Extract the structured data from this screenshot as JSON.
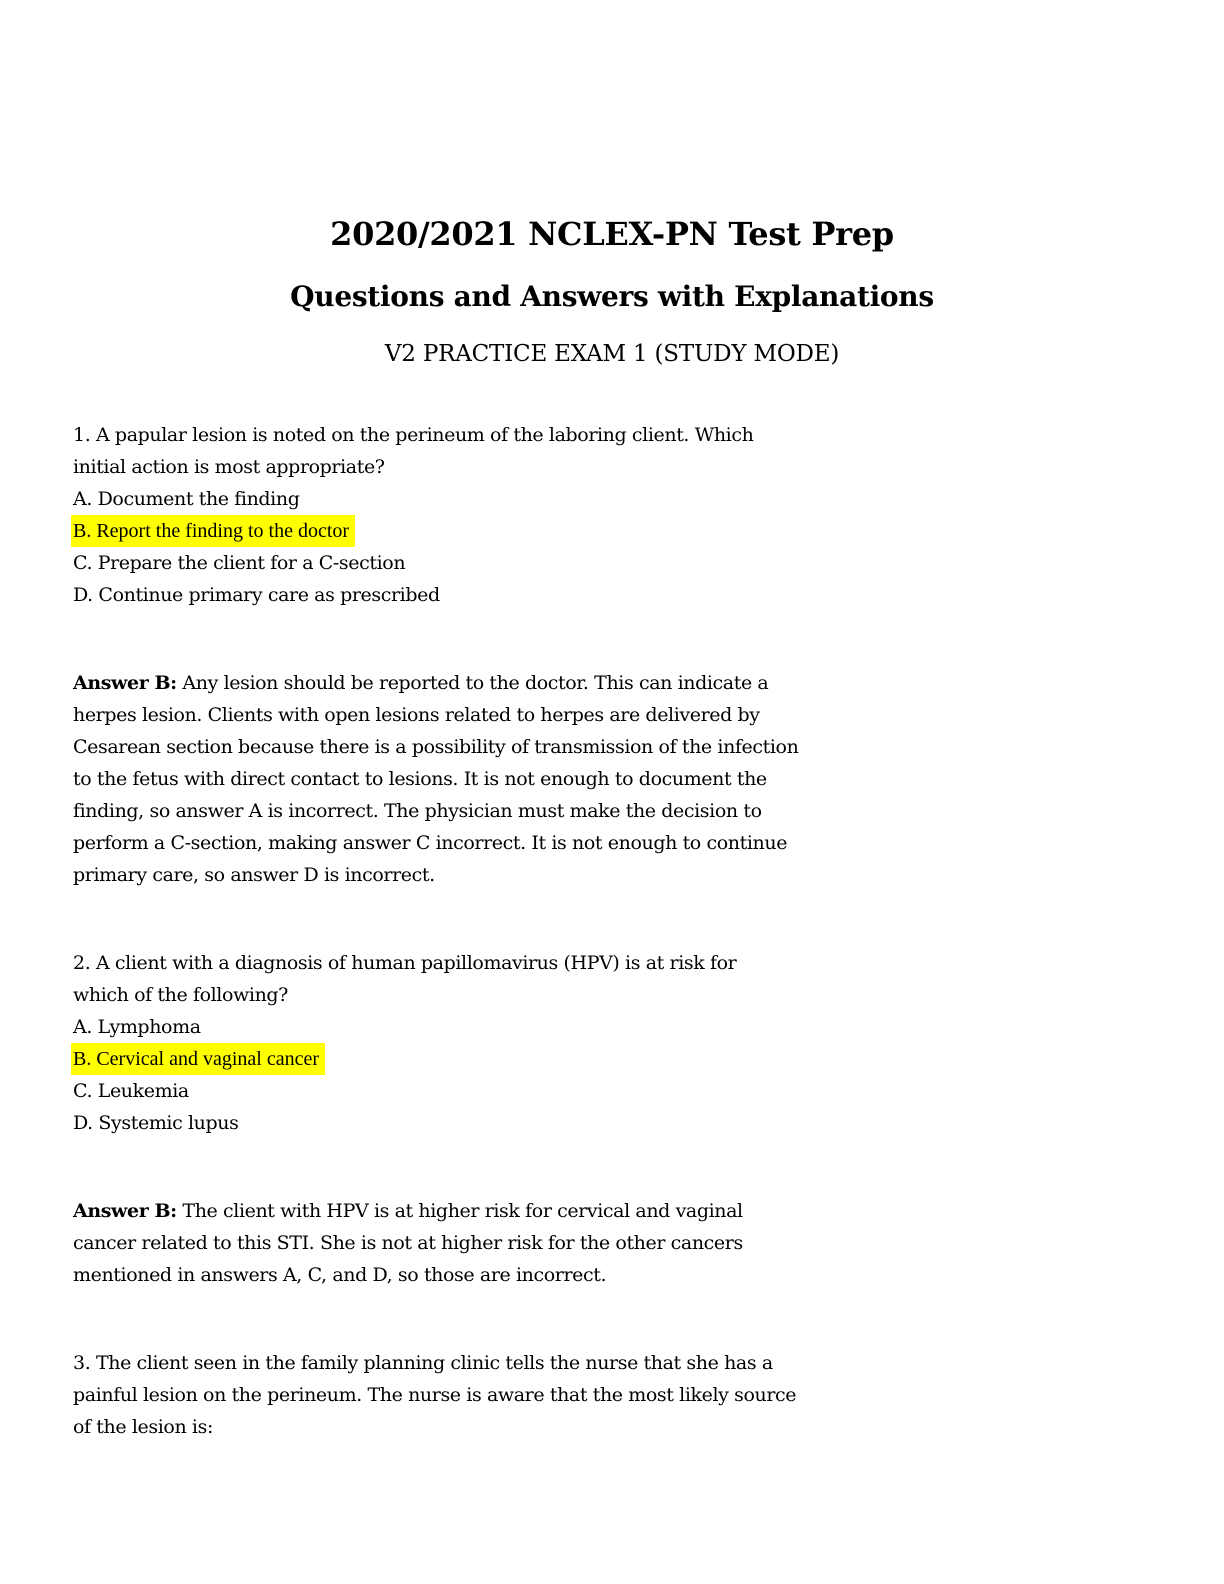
{
  "document": {
    "title": "2020/2021 NCLEX-PN Test Prep",
    "subtitle": "Questions and Answers with Explanations",
    "exam_heading": "V2 PRACTICE EXAM 1 (STUDY MODE)"
  },
  "colors": {
    "page_background": "#ffffff",
    "text": "#000000",
    "highlight": "#ffff00"
  },
  "questions": [
    {
      "stem_lines": [
        "1. A papular lesion is noted on the perineum of the laboring client. Which",
        "initial action is most appropriate?"
      ],
      "options": [
        {
          "text": "A. Document the finding",
          "highlighted": false
        },
        {
          "text": "B. Report the finding to the doctor",
          "highlighted": true
        },
        {
          "text": "C. Prepare the client for a C-section",
          "highlighted": false
        },
        {
          "text": "D. Continue primary care as prescribed",
          "highlighted": false
        }
      ],
      "answer_label": "Answer B:",
      "answer_lines": [
        " Any lesion should be reported to the doctor. This can indicate a",
        "herpes lesion. Clients with open lesions related to herpes are delivered by",
        "Cesarean section because there is a possibility of transmission of the infection",
        "to the fetus with direct contact to lesions. It is not enough to document the",
        "finding, so answer A is incorrect. The physician must make the decision to",
        "perform a C-section, making answer C incorrect. It is not enough to continue",
        "primary care, so answer D is incorrect."
      ]
    },
    {
      "stem_lines": [
        "2. A client with a diagnosis of human papillomavirus (HPV) is at risk for",
        "which of the following?"
      ],
      "options": [
        {
          "text": "A. Lymphoma",
          "highlighted": false
        },
        {
          "text": "B. Cervical and vaginal cancer",
          "highlighted": true
        },
        {
          "text": "C. Leukemia",
          "highlighted": false
        },
        {
          "text": "D. Systemic lupus",
          "highlighted": false
        }
      ],
      "answer_label": "Answer B:",
      "answer_lines": [
        " The client with HPV is at higher risk for cervical and vaginal",
        "cancer related to this STI. She is not at higher risk for the other cancers",
        "mentioned in answers A, C, and D, so those are incorrect."
      ]
    },
    {
      "stem_lines": [
        "3. The client seen in the family planning clinic tells the nurse that she has a",
        "painful lesion on the perineum. The nurse is aware that the most likely source",
        "of the lesion is:"
      ]
    }
  ]
}
